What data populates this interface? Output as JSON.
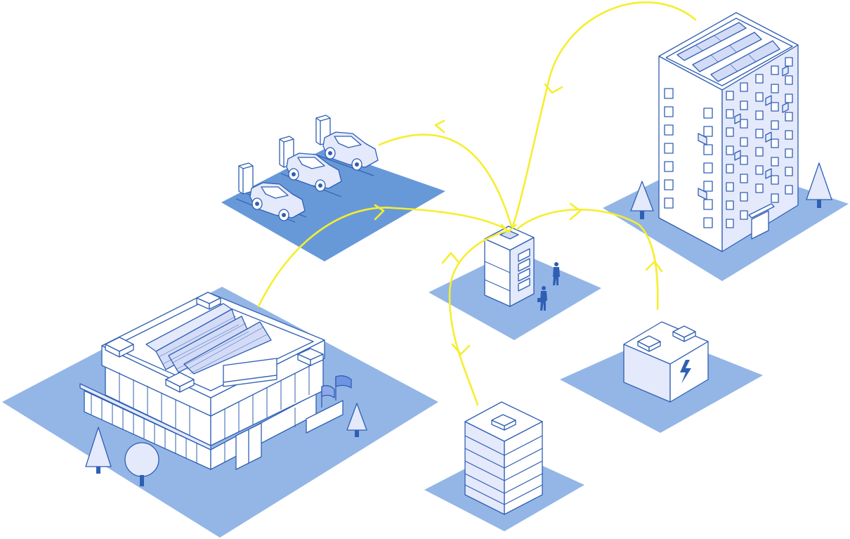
{
  "scene": {
    "nodes": [
      {
        "id": "central-storage",
        "type": "battery storage cabinet with two workers"
      },
      {
        "id": "ev-parking",
        "type": "parking lot with three electric cars and chargers"
      },
      {
        "id": "office-building",
        "type": "commercial building with rooftop solar panels"
      },
      {
        "id": "apartment-tower",
        "type": "residential tower with rooftop solar panels"
      },
      {
        "id": "substation",
        "type": "electrical substation box"
      },
      {
        "id": "stacked-battery",
        "type": "stacked battery block"
      }
    ],
    "flow_color": "#f6ee2e",
    "ground_color": "#93b6e6",
    "parking_ground_color": "#6799d9",
    "outline_color": "#2f5fb3"
  }
}
